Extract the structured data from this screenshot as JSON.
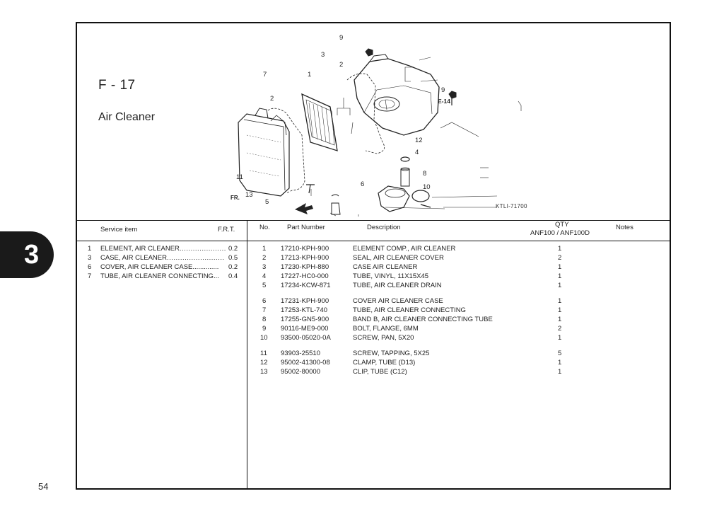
{
  "chapter": "3",
  "page_number": "54",
  "section": {
    "code": "F - 17",
    "title": "Air Cleaner"
  },
  "diagram": {
    "code": "KTLI-71700",
    "callouts": [
      "1",
      "2",
      "2",
      "3",
      "4",
      "5",
      "6",
      "7",
      "8",
      "9",
      "9",
      "10",
      "11",
      "12",
      "13"
    ],
    "ref_e14": "E-14",
    "fr_label": "FR."
  },
  "service_table": {
    "headers": {
      "item": "Service item",
      "frt": "F.R.T."
    },
    "rows": [
      {
        "no": "1",
        "item": "ELEMENT, AIR CLEANER",
        "frt": "0.2"
      },
      {
        "no": "3",
        "item": "CASE, AIR CLEANER",
        "frt": "0.5"
      },
      {
        "no": "6",
        "item": "COVER, AIR CLEANER CASE",
        "frt": "0.2"
      },
      {
        "no": "7",
        "item": "TUBE, AIR CLEANER CONNECTING",
        "frt": "0.4"
      }
    ]
  },
  "parts_table": {
    "headers": {
      "no": "No.",
      "part_number": "Part Number",
      "description": "Description",
      "qty": "QTY",
      "qty_models": "ANF100 / ANF100D",
      "notes": "Notes"
    },
    "groups": [
      [
        {
          "no": "1",
          "part": "17210-KPH-900",
          "desc": "ELEMENT COMP., AIR CLEANER",
          "qty": "1"
        },
        {
          "no": "2",
          "part": "17213-KPH-900",
          "desc": "SEAL, AIR CLEANER COVER",
          "qty": "2"
        },
        {
          "no": "3",
          "part": "17230-KPH-880",
          "desc": "CASE  AIR CLEANER",
          "qty": "1"
        },
        {
          "no": "4",
          "part": "17227-HC0-000",
          "desc": "TUBE, VINYL, 11X15X45",
          "qty": "1"
        },
        {
          "no": "5",
          "part": "17234-KCW-871",
          "desc": "TUBE, AIR CLEANER DRAIN",
          "qty": "1"
        }
      ],
      [
        {
          "no": "6",
          "part": "17231-KPH-900",
          "desc": "COVER  AIR CLEANER CASE",
          "qty": "1"
        },
        {
          "no": "7",
          "part": "17253-KTL-740",
          "desc": "TUBE, AIR CLEANER CONNECTING",
          "qty": "1"
        },
        {
          "no": "8",
          "part": "17255-GN5-900",
          "desc": "BAND B, AIR CLEANER CONNECTING TUBE",
          "qty": "1"
        },
        {
          "no": "9",
          "part": "90116-ME9-000",
          "desc": "BOLT, FLANGE, 6MM",
          "qty": "2"
        },
        {
          "no": "10",
          "part": "93500-05020-0A",
          "desc": "SCREW, PAN, 5X20",
          "qty": "1"
        }
      ],
      [
        {
          "no": "11",
          "part": "93903-25510",
          "desc": "SCREW, TAPPING, 5X25",
          "qty": "5"
        },
        {
          "no": "12",
          "part": "95002-41300-08",
          "desc": "CLAMP, TUBE (D13)",
          "qty": "1"
        },
        {
          "no": "13",
          "part": "95002-80000",
          "desc": "CLIP, TUBE (C12)",
          "qty": "1"
        }
      ]
    ]
  }
}
